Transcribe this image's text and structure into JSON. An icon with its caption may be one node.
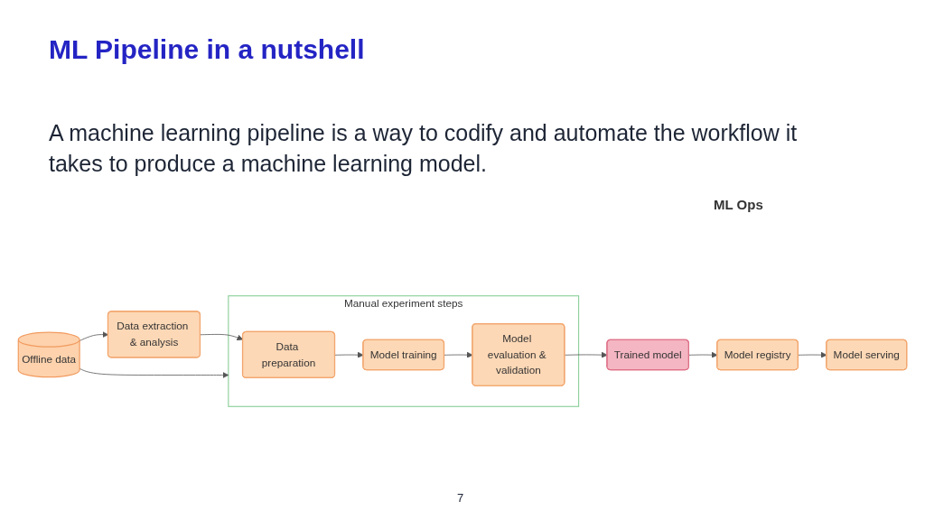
{
  "diagram": {
    "title": "ML Pipeline in a nutshell",
    "nodes": [
      {
        "text": [
          "Offline data"
        ]
      },
      {
        "text": [
          "Manual experiment steps"
        ]
      },
      {
        "text": [
          "Data extraction & analysis"
        ]
      },
      {
        "text": [
          "Data preparation"
        ],
        "in": 1
      },
      {
        "text": [
          "Model training"
        ],
        "in": 1
      },
      {
        "text": [
          "Model evaluation & validation"
        ],
        "in": 1
      },
      {
        "text": [
          "Trained model"
        ]
      },
      {
        "text": [
          "Model registry"
        ]
      },
      {
        "text": [
          "Model serving"
        ]
      }
    ],
    "edges": [
      {
        "from": 0,
        "to": 2,
        "arrow": "to"
      },
      {
        "from": 0,
        "to": 1,
        "arrow": "to"
      },
      {
        "from": 2,
        "to": 3,
        "arrow": "to"
      },
      {
        "from": 3,
        "to": 4,
        "arrow": "to"
      },
      {
        "from": 4,
        "to": 5,
        "arrow": "to"
      },
      {
        "from": 5,
        "to": 6,
        "arrow": "to"
      },
      {
        "from": 6,
        "to": 7,
        "arrow": "to"
      },
      {
        "from": 7,
        "to": 8,
        "arrow": "to"
      }
    ],
    "labels": [
      "A machine learning pipeline is a way to codify and automate the workflow it takes to produce a machine learning model.",
      "ML Ops",
      "7"
    ]
  }
}
